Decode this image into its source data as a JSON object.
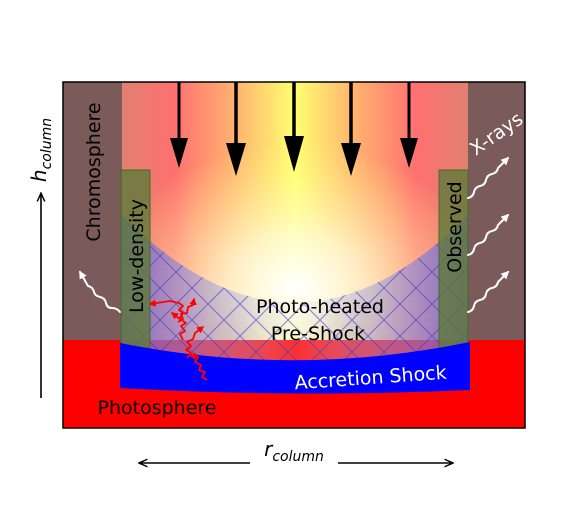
{
  "labels": {
    "chromosphere": "Chromosphere",
    "low_density": "Low-density",
    "observed": "Observed",
    "xrays": "X-rays",
    "preshock_line1": "Photo-heated",
    "preshock_line2": "Pre-Shock",
    "accretion_shock": "Accretion Shock",
    "photosphere": "Photosphere",
    "h_axis": "h",
    "h_axis_sub": "column",
    "r_axis": "r",
    "r_axis_sub": "column"
  },
  "colors": {
    "chromosphere": "#7b5a5a",
    "photosphere": "#ff0000",
    "accretion_shock": "#0000ff",
    "low_density": "#5e7a3a",
    "preshock_hatch": "#4040c0",
    "column_core": "#ffff80",
    "column_edge": "#ff7070",
    "xray_arrows": "#ffffff",
    "photons": "#ff0000",
    "accretion_arrows": "#000000"
  },
  "icons": {
    "accretion_flow": "down-arrow-icon",
    "xray_emission": "wavy-arrow-icon",
    "photon_scatter": "zigzag-arrow-icon"
  }
}
